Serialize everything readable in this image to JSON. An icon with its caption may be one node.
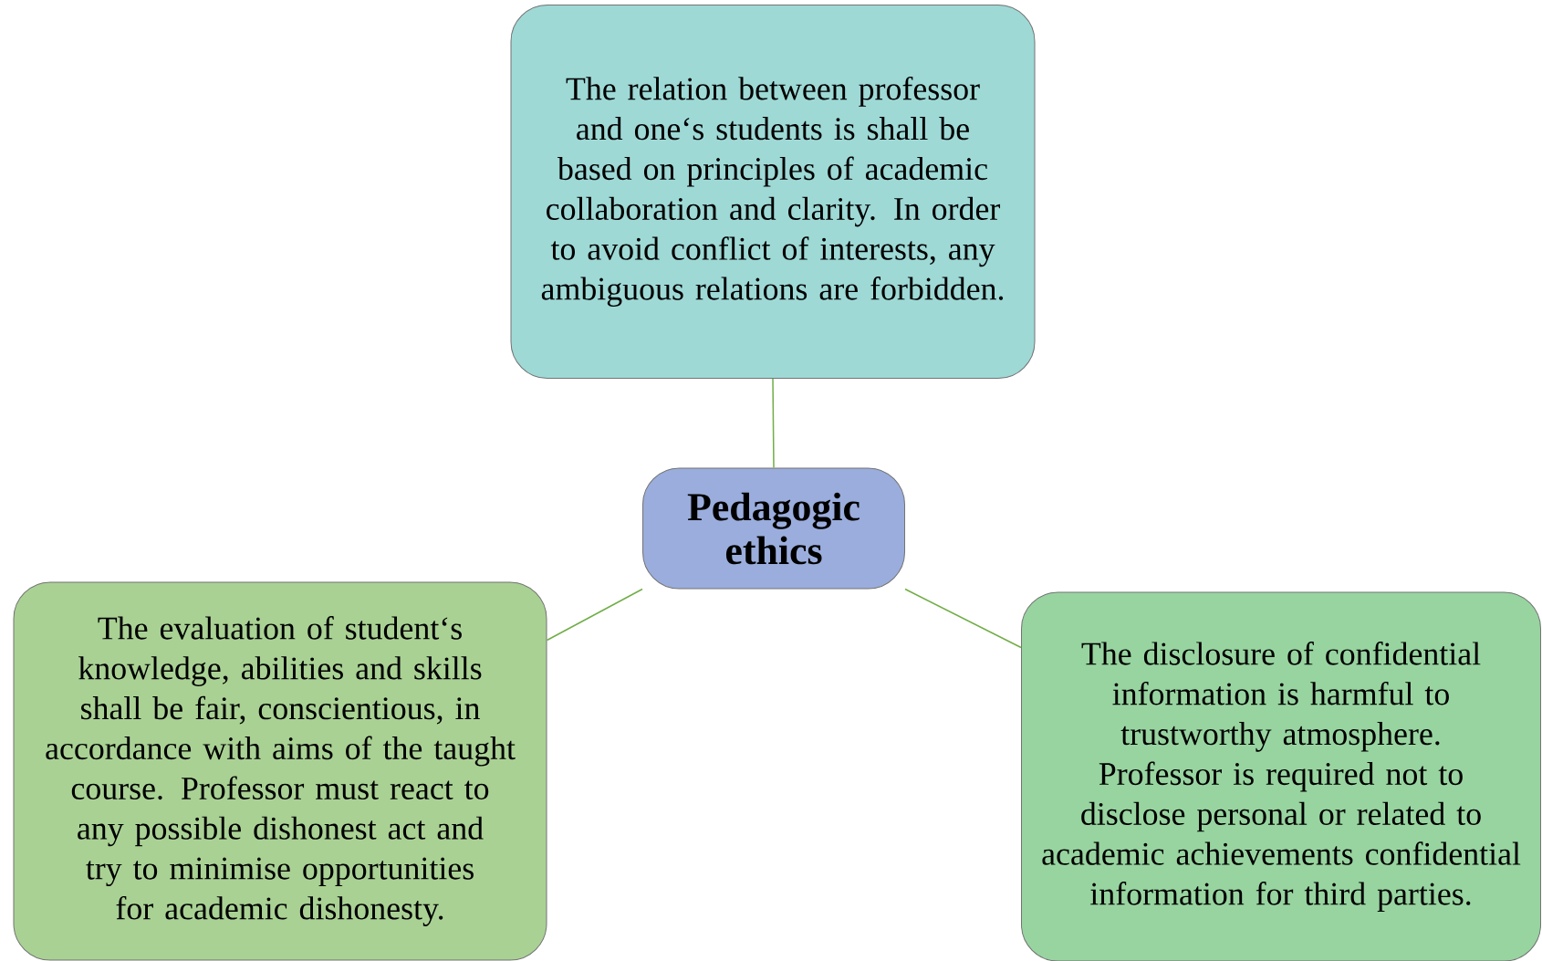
{
  "diagram": {
    "nodes": [
      {
        "text": [
          "The relation between professor and one‘s students is shall be based on principles of academic collaboration and clarity. In order to avoid conflict of interests, any ambiguous relations are forbidden."
        ]
      },
      {
        "text": [
          "Pedagogic ethics"
        ]
      },
      {
        "text": [
          "The evaluation of student‘s knowledge, abilities and skills shall be fair, conscientious, in accordance with aims of the taught course. Professor must react to any possible dishonest act and try to minimise opportunities for academic dishonesty."
        ]
      },
      {
        "text": [
          "The disclosure of confidential information is harmful to trustworthy atmosphere. Professor is required not to disclose personal or related to academic achievements confidential information for third parties."
        ]
      }
    ],
    "edges": [
      {
        "from": 1,
        "to": 0,
        "arrow": "none"
      },
      {
        "from": 1,
        "to": 2,
        "arrow": "none"
      },
      {
        "from": 1,
        "to": 3,
        "arrow": "none"
      }
    ]
  }
}
